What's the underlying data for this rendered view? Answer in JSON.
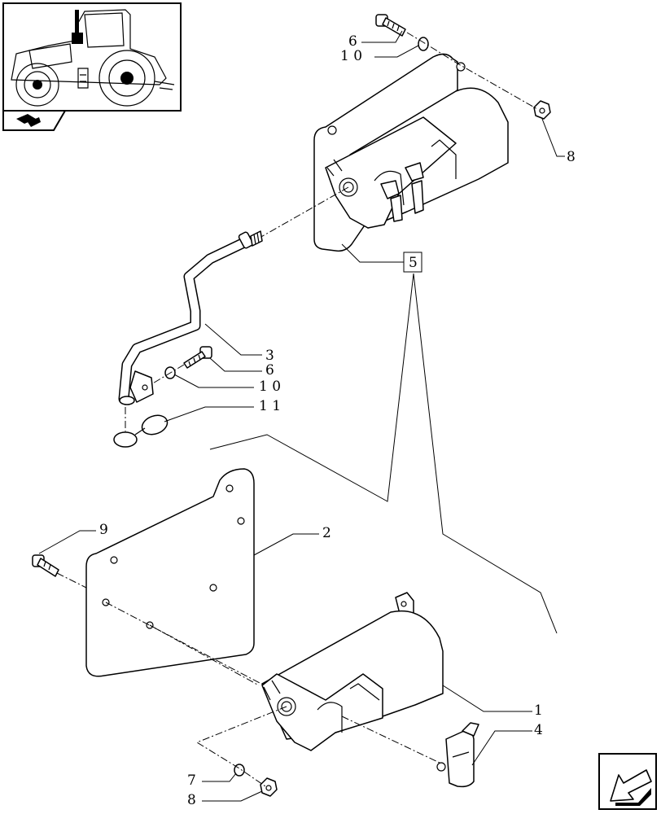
{
  "callouts": {
    "c6a": "6",
    "c10a": "1 0",
    "c8a": "8",
    "c5": "5",
    "c3": "3",
    "c6b": "6",
    "c10b": "1 0",
    "c11": "1 1",
    "c9": "9",
    "c2": "2",
    "c1": "1",
    "c4": "4",
    "c7": "7",
    "c8b": "8"
  },
  "icons": {
    "thumbnail": "tractor-thumbnail-icon",
    "section": "book-arrow-icon",
    "navigation": "arrow-down-left-icon"
  }
}
